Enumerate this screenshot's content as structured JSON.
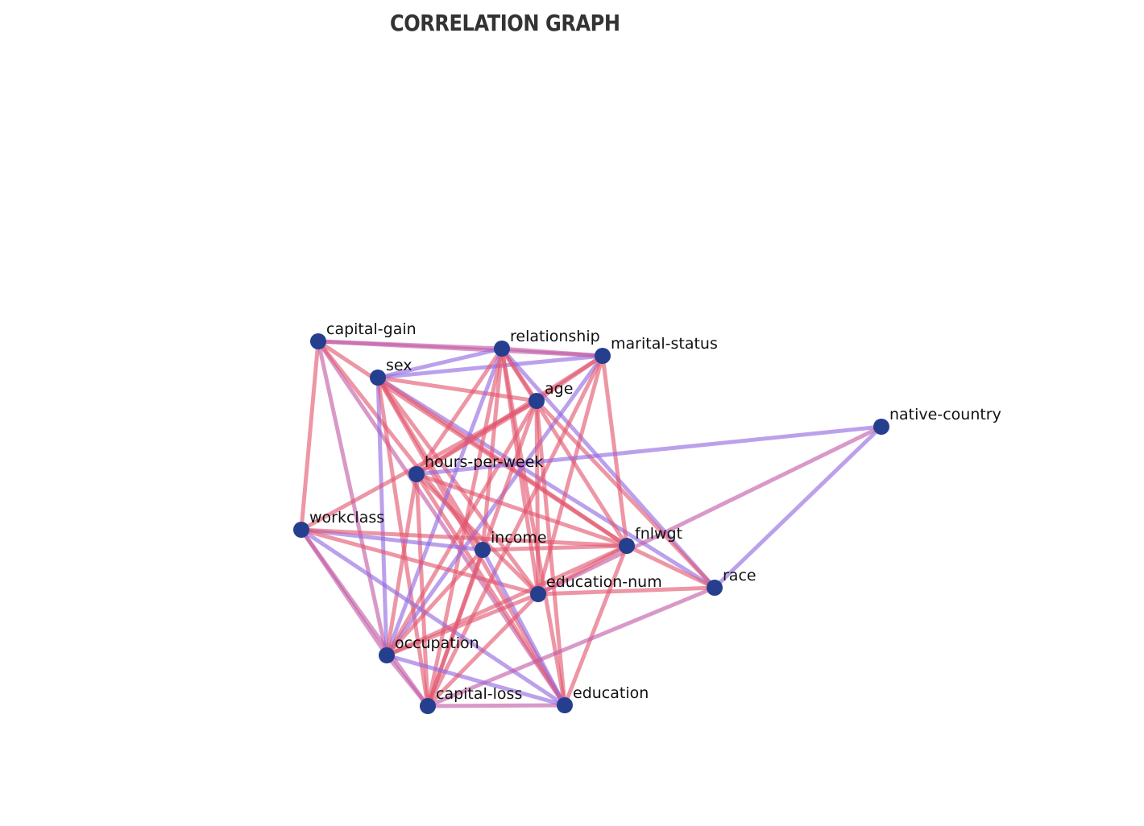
{
  "title": "CORRELATION GRAPH",
  "colors": {
    "node": "#253F8E",
    "edge_positive": "#E2566E",
    "edge_negative": "#9168E0",
    "edge_mixed": "#C25BA6",
    "title": "#333333",
    "label": "#111111"
  },
  "nodes": [
    {
      "id": "capital-gain",
      "label": "capital-gain"
    },
    {
      "id": "relationship",
      "label": "relationship"
    },
    {
      "id": "marital-status",
      "label": "marital-status"
    },
    {
      "id": "sex",
      "label": "sex"
    },
    {
      "id": "age",
      "label": "age"
    },
    {
      "id": "native-country",
      "label": "native-country"
    },
    {
      "id": "hours-per-week",
      "label": "hours-per-week"
    },
    {
      "id": "workclass",
      "label": "workclass"
    },
    {
      "id": "income",
      "label": "income"
    },
    {
      "id": "fnlwgt",
      "label": "fnlwgt"
    },
    {
      "id": "race",
      "label": "race"
    },
    {
      "id": "education-num",
      "label": "education-num"
    },
    {
      "id": "occupation",
      "label": "occupation"
    },
    {
      "id": "capital-loss",
      "label": "capital-loss"
    },
    {
      "id": "education",
      "label": "education"
    }
  ],
  "edges": [
    {
      "source": "capital-gain",
      "target": "relationship",
      "kind": "mixed"
    },
    {
      "source": "capital-gain",
      "target": "marital-status",
      "kind": "mixed"
    },
    {
      "source": "capital-gain",
      "target": "workclass",
      "kind": "positive"
    },
    {
      "source": "capital-gain",
      "target": "occupation",
      "kind": "mixed"
    },
    {
      "source": "capital-gain",
      "target": "education",
      "kind": "mixed"
    },
    {
      "source": "capital-gain",
      "target": "fnlwgt",
      "kind": "positive"
    },
    {
      "source": "capital-gain",
      "target": "income",
      "kind": "positive"
    },
    {
      "source": "sex",
      "target": "relationship",
      "kind": "negative"
    },
    {
      "source": "sex",
      "target": "marital-status",
      "kind": "negative"
    },
    {
      "source": "sex",
      "target": "age",
      "kind": "positive"
    },
    {
      "source": "sex",
      "target": "occupation",
      "kind": "negative"
    },
    {
      "source": "sex",
      "target": "race",
      "kind": "negative"
    },
    {
      "source": "sex",
      "target": "fnlwgt",
      "kind": "positive"
    },
    {
      "source": "sex",
      "target": "education-num",
      "kind": "positive"
    },
    {
      "source": "sex",
      "target": "capital-loss",
      "kind": "positive"
    },
    {
      "source": "sex",
      "target": "education",
      "kind": "positive"
    },
    {
      "source": "sex",
      "target": "income",
      "kind": "positive"
    },
    {
      "source": "relationship",
      "target": "marital-status",
      "kind": "mixed"
    },
    {
      "source": "relationship",
      "target": "age",
      "kind": "positive"
    },
    {
      "source": "relationship",
      "target": "hours-per-week",
      "kind": "positive"
    },
    {
      "source": "relationship",
      "target": "occupation",
      "kind": "negative"
    },
    {
      "source": "relationship",
      "target": "income",
      "kind": "positive"
    },
    {
      "source": "relationship",
      "target": "race",
      "kind": "negative"
    },
    {
      "source": "relationship",
      "target": "capital-loss",
      "kind": "positive"
    },
    {
      "source": "relationship",
      "target": "education-num",
      "kind": "positive"
    },
    {
      "source": "relationship",
      "target": "education",
      "kind": "positive"
    },
    {
      "source": "relationship",
      "target": "fnlwgt",
      "kind": "positive"
    },
    {
      "source": "marital-status",
      "target": "age",
      "kind": "positive"
    },
    {
      "source": "marital-status",
      "target": "hours-per-week",
      "kind": "positive"
    },
    {
      "source": "marital-status",
      "target": "occupation",
      "kind": "negative"
    },
    {
      "source": "marital-status",
      "target": "fnlwgt",
      "kind": "positive"
    },
    {
      "source": "marital-status",
      "target": "education-num",
      "kind": "positive"
    },
    {
      "source": "marital-status",
      "target": "capital-loss",
      "kind": "positive"
    },
    {
      "source": "age",
      "target": "hours-per-week",
      "kind": "positive"
    },
    {
      "source": "age",
      "target": "workclass",
      "kind": "positive"
    },
    {
      "source": "age",
      "target": "occupation",
      "kind": "positive"
    },
    {
      "source": "age",
      "target": "education-num",
      "kind": "positive"
    },
    {
      "source": "age",
      "target": "race",
      "kind": "positive"
    },
    {
      "source": "age",
      "target": "education",
      "kind": "positive"
    },
    {
      "source": "age",
      "target": "capital-loss",
      "kind": "positive"
    },
    {
      "source": "hours-per-week",
      "target": "native-country",
      "kind": "negative"
    },
    {
      "source": "hours-per-week",
      "target": "occupation",
      "kind": "positive"
    },
    {
      "source": "hours-per-week",
      "target": "fnlwgt",
      "kind": "positive"
    },
    {
      "source": "hours-per-week",
      "target": "education-num",
      "kind": "positive"
    },
    {
      "source": "hours-per-week",
      "target": "education",
      "kind": "positive"
    },
    {
      "source": "hours-per-week",
      "target": "capital-loss",
      "kind": "positive"
    },
    {
      "source": "native-country",
      "target": "race",
      "kind": "negative"
    },
    {
      "source": "native-country",
      "target": "education-num",
      "kind": "mixed"
    },
    {
      "source": "workclass",
      "target": "income",
      "kind": "negative"
    },
    {
      "source": "workclass",
      "target": "occupation",
      "kind": "mixed"
    },
    {
      "source": "workclass",
      "target": "capital-loss",
      "kind": "mixed"
    },
    {
      "source": "workclass",
      "target": "education",
      "kind": "negative"
    },
    {
      "source": "workclass",
      "target": "fnlwgt",
      "kind": "positive"
    },
    {
      "source": "workclass",
      "target": "education-num",
      "kind": "positive"
    },
    {
      "source": "income",
      "target": "fnlwgt",
      "kind": "positive"
    },
    {
      "source": "income",
      "target": "occupation",
      "kind": "positive"
    },
    {
      "source": "income",
      "target": "education",
      "kind": "negative"
    },
    {
      "source": "income",
      "target": "capital-loss",
      "kind": "positive"
    },
    {
      "source": "fnlwgt",
      "target": "race",
      "kind": "positive"
    },
    {
      "source": "fnlwgt",
      "target": "occupation",
      "kind": "positive"
    },
    {
      "source": "fnlwgt",
      "target": "education",
      "kind": "positive"
    },
    {
      "source": "fnlwgt",
      "target": "education-num",
      "kind": "positive"
    },
    {
      "source": "race",
      "target": "education-num",
      "kind": "positive"
    },
    {
      "source": "race",
      "target": "capital-loss",
      "kind": "mixed"
    },
    {
      "source": "education-num",
      "target": "occupation",
      "kind": "positive"
    },
    {
      "source": "occupation",
      "target": "education",
      "kind": "negative"
    },
    {
      "source": "occupation",
      "target": "capital-loss",
      "kind": "mixed"
    },
    {
      "source": "capital-loss",
      "target": "education",
      "kind": "mixed"
    },
    {
      "source": "capital-loss",
      "target": "education-num",
      "kind": "positive"
    }
  ]
}
